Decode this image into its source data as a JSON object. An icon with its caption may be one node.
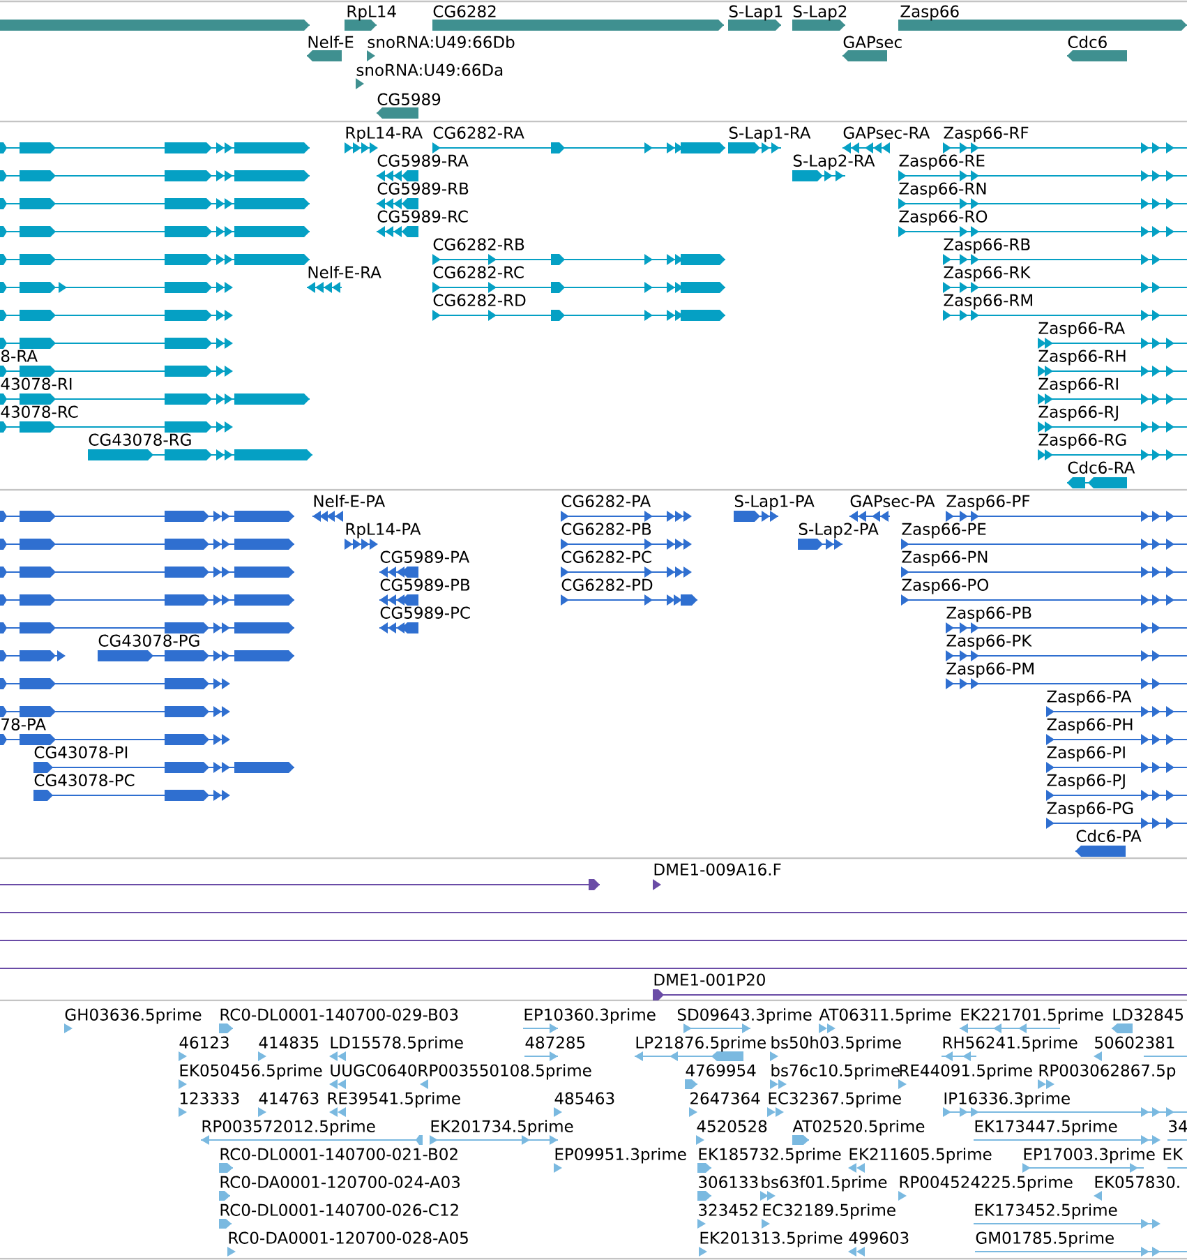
{
  "diagram": {
    "labels": [
      "RpL14",
      "CG6282",
      "S-Lap1",
      "S-Lap2",
      "Zasp66",
      "Nelf-E",
      "snoRNA:U49:66Db",
      "GAPsec",
      "Cdc6",
      "snoRNA:U49:66Da",
      "CG5989",
      "RpL14-RA",
      "CG6282-RA",
      "S-Lap1-RA",
      "GAPsec-RA",
      "Zasp66-RF",
      "CG5989-RA",
      "S-Lap2-RA",
      "Zasp66-RE",
      "CG5989-RB",
      "Zasp66-RN",
      "CG5989-RC",
      "Zasp66-RO",
      "CG6282-RB",
      "Zasp66-RB",
      "Nelf-E-RA",
      "CG6282-RC",
      "Zasp66-RK",
      "CG6282-RD",
      "Zasp66-RM",
      "Zasp66-RA",
      "8-RA",
      "Zasp66-RH",
      "43078-RI",
      "Zasp66-RI",
      "43078-RC",
      "Zasp66-RJ",
      "CG43078-RG",
      "Zasp66-RG",
      "Cdc6-RA",
      "Nelf-E-PA",
      "CG6282-PA",
      "S-Lap1-PA",
      "GAPsec-PA",
      "Zasp66-PF",
      "RpL14-PA",
      "CG6282-PB",
      "S-Lap2-PA",
      "Zasp66-PE",
      "CG5989-PA",
      "CG6282-PC",
      "Zasp66-PN",
      "CG5989-PB",
      "CG6282-PD",
      "Zasp66-PO",
      "CG5989-PC",
      "Zasp66-PB",
      "CG43078-PG",
      "Zasp66-PK",
      "Zasp66-PM",
      "Zasp66-PA",
      "78-PA",
      "Zasp66-PH",
      "CG43078-PI",
      "Zasp66-PI",
      "CG43078-PC",
      "Zasp66-PJ",
      "Zasp66-PG",
      "Cdc6-PA",
      "DME1-009A16.F",
      "DME1-001P20",
      "GH03636.5prime",
      "RC0-DL0001-140700-029-B03",
      "EP10360.3prime",
      "SD09643.3prime",
      "AT06311.5prime",
      "EK221701.5prime",
      "LD32845",
      "46123",
      "414835",
      "LD15578.5prime",
      "487285",
      "LP21876.5prime",
      "bs50h03.5prime",
      "RH56241.5prime",
      "50602381",
      "EK050456.5prime",
      "UUGC0640",
      "RP003550108.5prime",
      "4769954",
      "bs76c10.5prime",
      "RE44091.5prime",
      "RP003062867.5p",
      "123333",
      "414763",
      "RE39541.5prime",
      "485463",
      "2647364",
      "EC32367.5prime",
      "IP16336.3prime",
      "RP003572012.5prime",
      "EK201734.5prime",
      "4520528",
      "AT02520.5prime",
      "EK173447.5prime",
      "34",
      "RC0-DL0001-140700-021-B02",
      "EP09951.3prime",
      "EK185732.5prime",
      "EK211605.5prime",
      "EP17003.3prime",
      "EK",
      "RC0-DA0001-120700-024-A03",
      "306133",
      "bs63f01.5prime",
      "RP004524225.5prime",
      "EK057830.",
      "RC0-DL0001-140700-026-C12",
      "323452",
      "EC32189.5prime",
      "EK173452.5prime",
      "RC0-DA0001-120700-028-A05",
      "EK201313.5prime",
      "499603",
      "GM01785.5prime"
    ]
  }
}
